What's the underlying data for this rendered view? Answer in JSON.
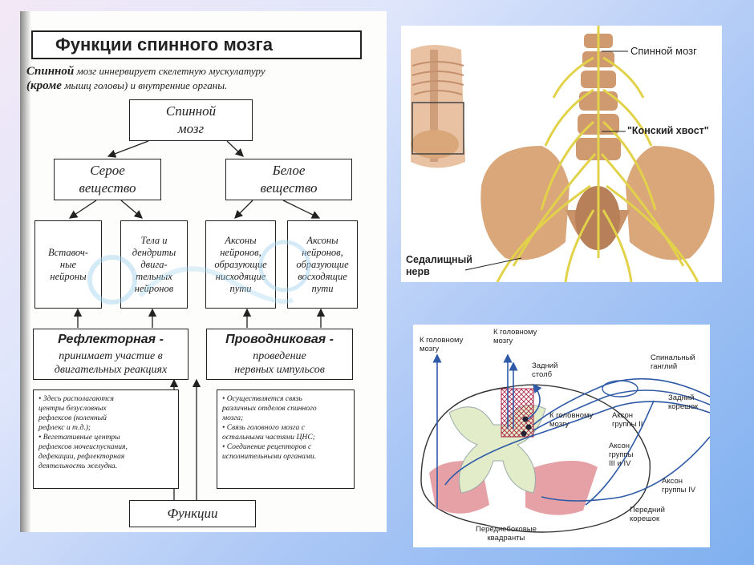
{
  "left_panel": {
    "title": "Функции спинного мозга",
    "intro_bold1": "Спинной",
    "intro_line1": " мозг иннервирует скелетную мускулатуру",
    "intro_bold2": "(кроме",
    "intro_line2": " мышц головы) и внутренние органы.",
    "spinal_cord": "Спинной\nмозг",
    "gray_matter": "Серое\nвещество",
    "white_matter": "Белое\nвещество",
    "interneurons": "Вставоч-\nные\nнейроны",
    "motor_bodies": "Тела и\nдендриты\nдвига-\nтельных\nнейронов",
    "descending": "Аксоны\nнейронов,\nобразующие\nнисходящие\nпути",
    "ascending": "Аксоны\nнейронов,\nобразующие\nвосходящие\nпути",
    "reflex_title": "Рефлекторная",
    "reflex_text": "принимает участие в\nдвигательных реакциях",
    "conduct_title": "Проводниковая",
    "conduct_text": "проведение\nнервных импульсов",
    "reflex_list": [
      "• Здесь располагаются",
      "центры безусловных",
      "рефлексов (коленный",
      "рефлекс и т.д.);",
      "• Вегетативные центры",
      "рефлексов мочеиспускания,",
      "дефекации, рефлекторная",
      "деятельность желудка."
    ],
    "conduct_list": [
      "• Осуществляется связь",
      "различных отделов спинного",
      "мозга;",
      "• Связь головного мозга с",
      "остальными частями ЦНС;",
      "• Соединение рецепторов с",
      "исполнительными органами."
    ],
    "functions": "Функции",
    "dash": "-"
  },
  "right_top": {
    "spinal_cord": "Спинной мозг",
    "cauda_equina": "\"Конский хвост\"",
    "sciatic": "Седалищный\nнерв"
  },
  "right_bottom": {
    "to_brain_1": "К головному\nмозгу",
    "to_brain_2": "К головному\nмозгу",
    "dorsal_column": "Задний\nстолб",
    "to_brain_3": "К головному\nмозгу",
    "spinal_ganglion": "Спинальный\nганглий",
    "dorsal_root": "Задний\nкорешок",
    "axon_ii": "Аксон\nгруппы II",
    "axon_iii_iv": "Аксон\nгруппы\nIII и IV",
    "axon_iv": "Аксон\nгруппы IV",
    "ventral_root": "Передний\nкорешок",
    "anterolateral": "Переднебоковые\nквадранты"
  },
  "colors": {
    "nerve_yellow": "#e2d24a",
    "bone": "#d9a77a",
    "gray_matter": "#e3ecc9",
    "quadrant": "#e6a1a6",
    "pathway": "#2f5aa8"
  }
}
